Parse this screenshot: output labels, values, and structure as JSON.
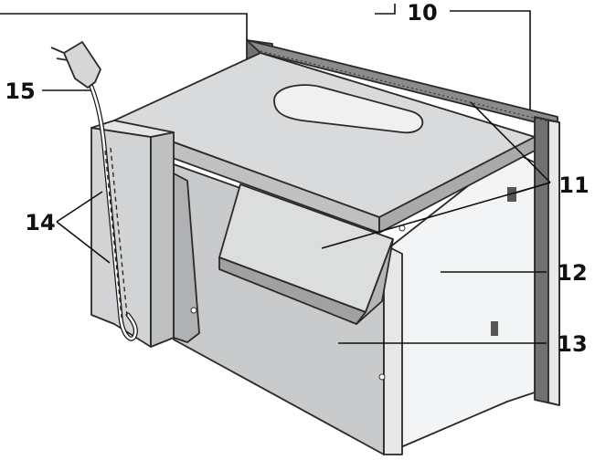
{
  "diagram": {
    "labels": {
      "l10": "10",
      "l11": "11",
      "l12": "12",
      "l13": "13",
      "l14": "14",
      "l15": "15"
    },
    "colors": {
      "top_panel": "#d9dadb",
      "right_panel": "#f3f4f5",
      "front_panel": "#c9cacb",
      "frame": "#707173",
      "cord": "#ffffff",
      "line": "#111111"
    }
  }
}
